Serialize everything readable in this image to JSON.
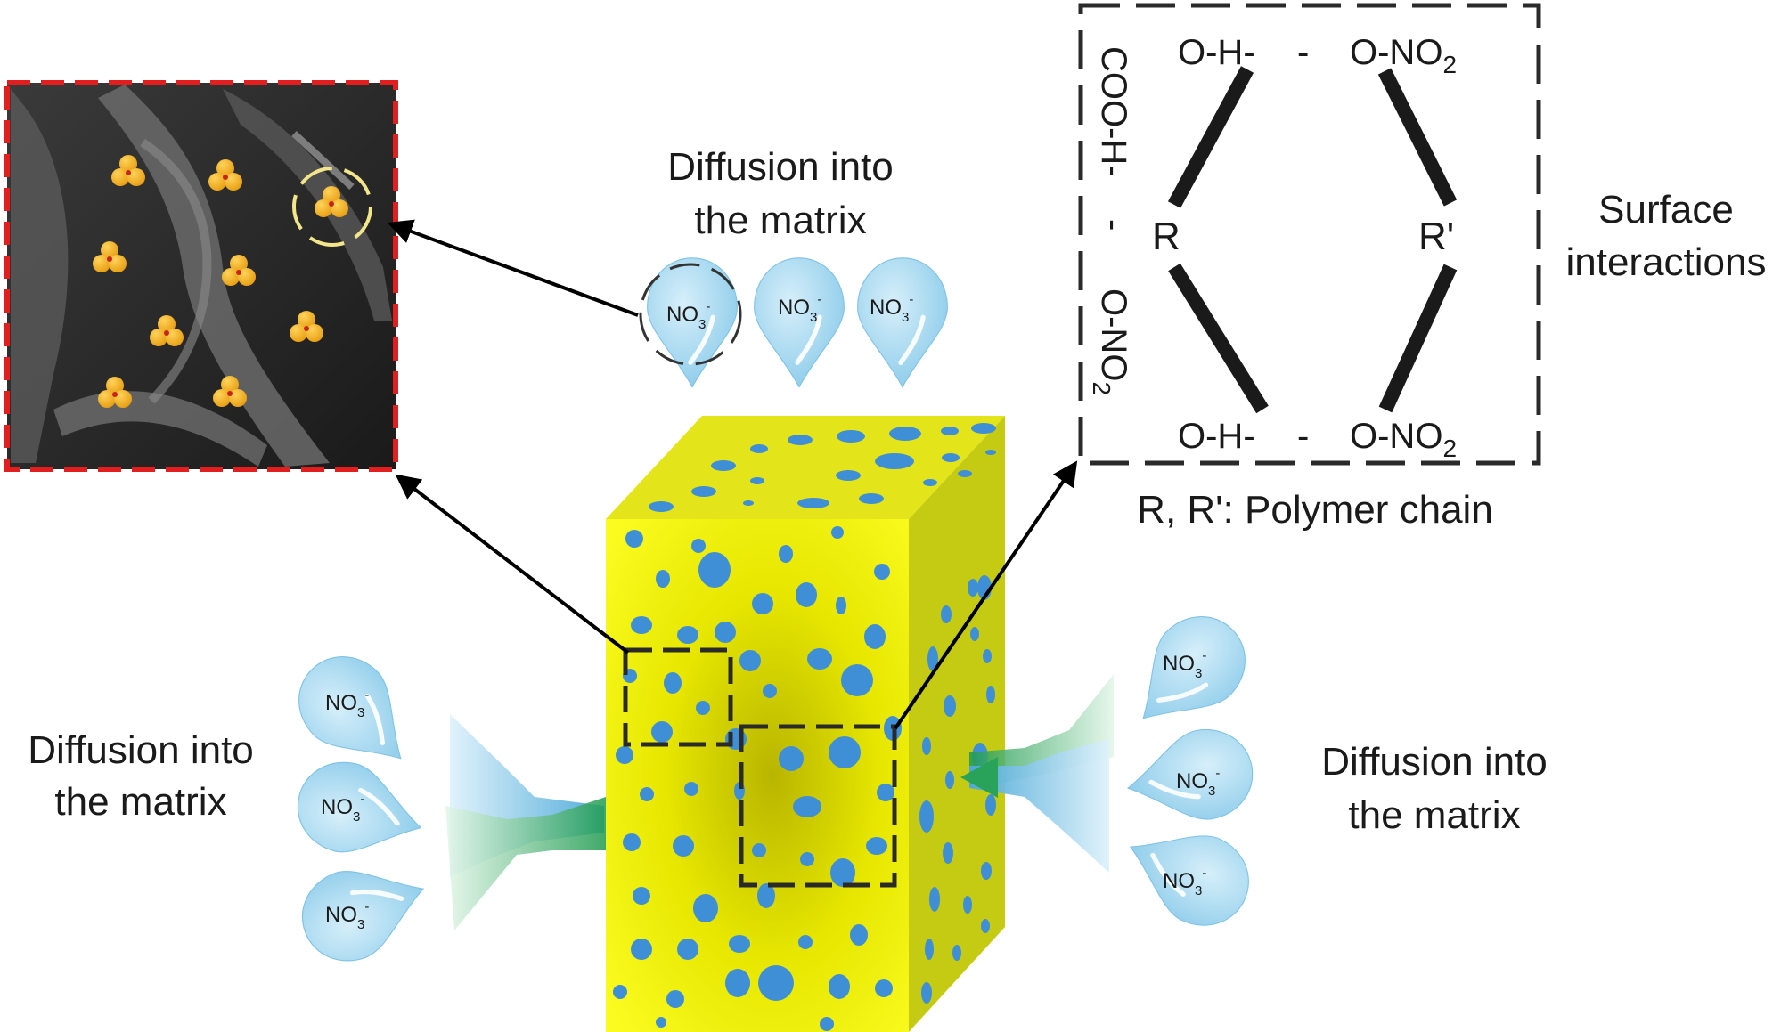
{
  "labels": {
    "diffusion_line1": "Diffusion into",
    "diffusion_line2": "the matrix",
    "surface_line1": "Surface",
    "surface_line2": "interactions",
    "polymer_chain": "R, R': Polymer chain"
  },
  "chem": {
    "top_left": "O-H-",
    "top_right_prefix": "O-NO",
    "bottom_left": "O-H-",
    "bottom_right_prefix": "O-NO",
    "subscript_2": "2",
    "dash": "-",
    "r": "R",
    "r_prime": "R'",
    "vertical_cooh": "COO-H-",
    "vertical_dash": "-",
    "vertical_ono_prefix": "O-NO"
  },
  "ion": {
    "base": "NO",
    "sub": "3",
    "sup": "-"
  },
  "colors": {
    "cube_front": "#f2f200",
    "cube_top": "#e7e918",
    "cube_side": "#c9cf10",
    "pore": "#3f8fd6",
    "droplet": "#a9daf1",
    "arrow_blue": "#5ab3dd",
    "arrow_green": "#2ea85a",
    "frame_red": "#e21e1e",
    "particle": "#f3b318",
    "particle_core": "#c8241c",
    "highlight_ring": "#f3e68a"
  },
  "icons": {
    "droplet": "water-droplet-icon",
    "particle": "nanoparticle-cluster-icon"
  }
}
